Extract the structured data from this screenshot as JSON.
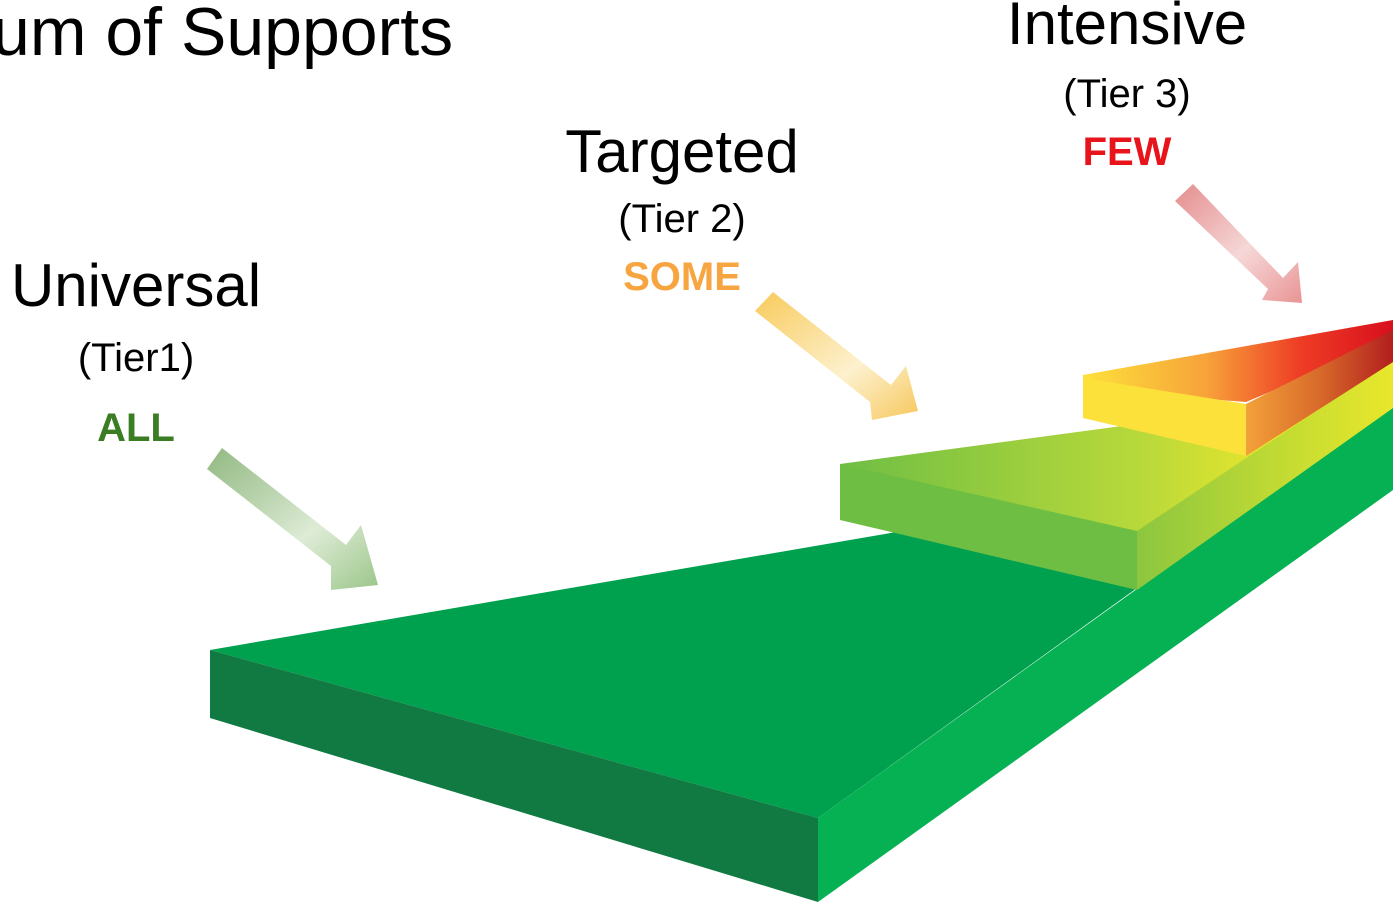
{
  "title": "um of Supports",
  "tiers": [
    {
      "name": "Universal",
      "tier": "(Tier1)",
      "population": "ALL",
      "color": "#3a7d23"
    },
    {
      "name": "Targeted",
      "tier": "(Tier 2)",
      "population": "SOME",
      "color": "#f7a541"
    },
    {
      "name": "Intensive",
      "tier": "(Tier 3)",
      "population": "FEW",
      "color": "#e8141c"
    }
  ],
  "colors": {
    "base_top": "#00a14e",
    "base_front": "#117a42",
    "base_side": "#06b153",
    "tier2_green": "#6fbe44",
    "tier2_yellow": "#f6ea27",
    "tier3_yellow": "#fde13b",
    "tier3_red": "#e8141c"
  }
}
